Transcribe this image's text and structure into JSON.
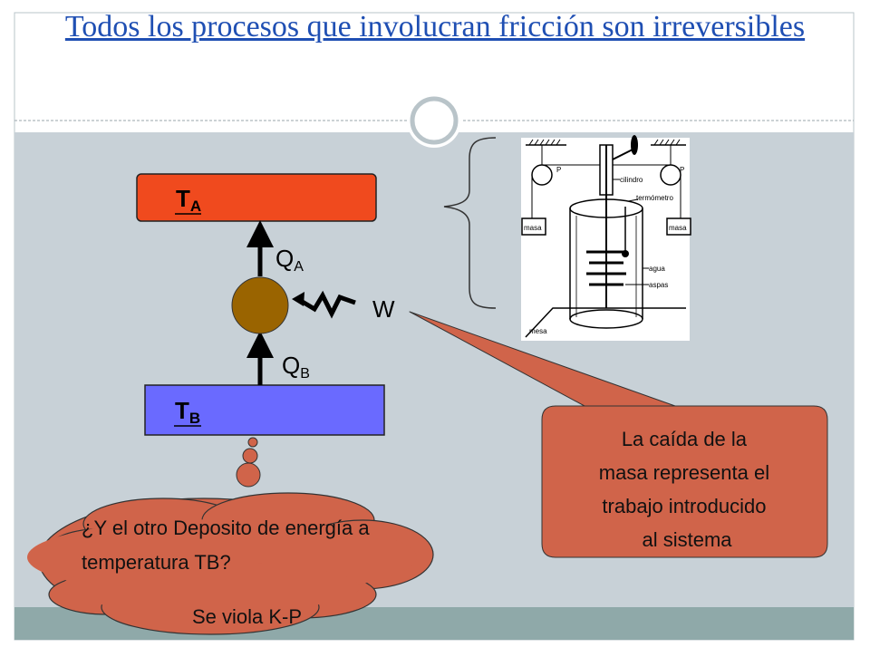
{
  "slide": {
    "title": "Todos los procesos que involucran fricción son irreversibles"
  },
  "diagram": {
    "hot_reservoir": {
      "label": "T",
      "subscript": "A",
      "color": "#f04a1e"
    },
    "cold_reservoir": {
      "label": "T",
      "subscript": "B",
      "color": "#6a6aff"
    },
    "heat_top": {
      "label": "Q",
      "subscript": "A"
    },
    "heat_bottom": {
      "label": "Q",
      "subscript": "B"
    },
    "work_label": "W",
    "engine_color": "#9a6400"
  },
  "apparatus": {
    "labels": {
      "cilindro": "cilindro",
      "termometro": "termómetro",
      "agua": "agua",
      "aspas": "aspas",
      "masa_left": "masa",
      "masa_right": "masa",
      "mesa": "mesa",
      "pulley_left": "P",
      "pulley_right": "P"
    }
  },
  "callout_right": {
    "lines": [
      "La caída de la",
      "masa representa el",
      "trabajo introducido",
      "al sistema"
    ]
  },
  "thought_cloud": {
    "lines": [
      "¿Y el otro Deposito de energía a",
      "temperatura TB?"
    ],
    "conclusion": "Se viola K-P"
  },
  "colors": {
    "background": "#c8d1d7",
    "band": "#8fa9a9",
    "callout_fill": "#d0644a",
    "title": "#1f4fb3"
  }
}
